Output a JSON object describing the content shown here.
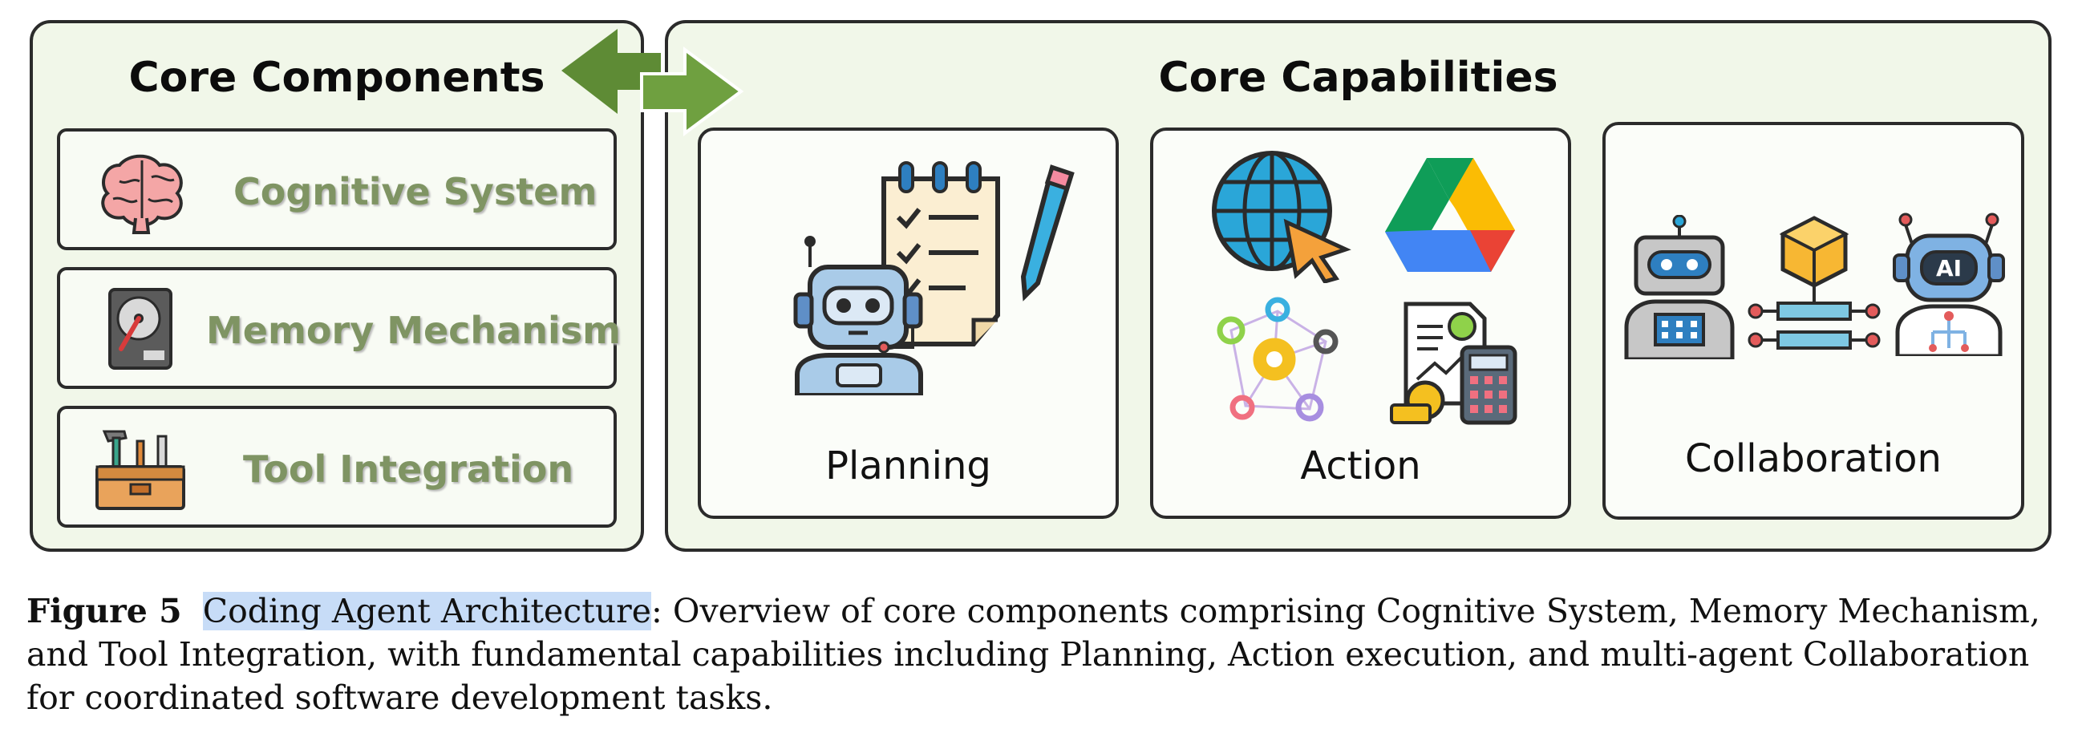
{
  "left_panel": {
    "title": "Core Components",
    "items": [
      {
        "label": "Cognitive System",
        "icon": "brain-icon"
      },
      {
        "label": "Memory Mechanism",
        "icon": "hard-drive-icon"
      },
      {
        "label": "Tool Integration",
        "icon": "toolbox-icon"
      }
    ]
  },
  "right_panel": {
    "title": "Core Capabilities",
    "cards": [
      {
        "label": "Planning",
        "icons": [
          "robot-icon",
          "checklist-clipboard-icon",
          "pencil-icon"
        ]
      },
      {
        "label": "Action",
        "icons": [
          "globe-cursor-icon",
          "google-drive-icon",
          "gears-network-icon",
          "finance-calculator-icon"
        ]
      },
      {
        "label": "Collaboration",
        "icons": [
          "robot-icon",
          "workflow-cube-icon",
          "ai-robot-icon"
        ]
      }
    ]
  },
  "arrow": {
    "icon": "bidirectional-arrow-icon",
    "color": "#5e8b35"
  },
  "caption": {
    "figure_label": "Figure 5",
    "highlight": "Coding Agent Architecture",
    "text": ": Overview of core components comprising Cognitive System, Memory Mechanism, and Tool Integration, with fundamental capabilities including Planning, Action execution, and multi-agent Collaboration for coordinated software development tasks."
  },
  "colors": {
    "panel_fill": "#f1f7e9",
    "component_label": "#7f9463",
    "highlight": "#c7dcf7",
    "arrow": "#5e8b35"
  }
}
